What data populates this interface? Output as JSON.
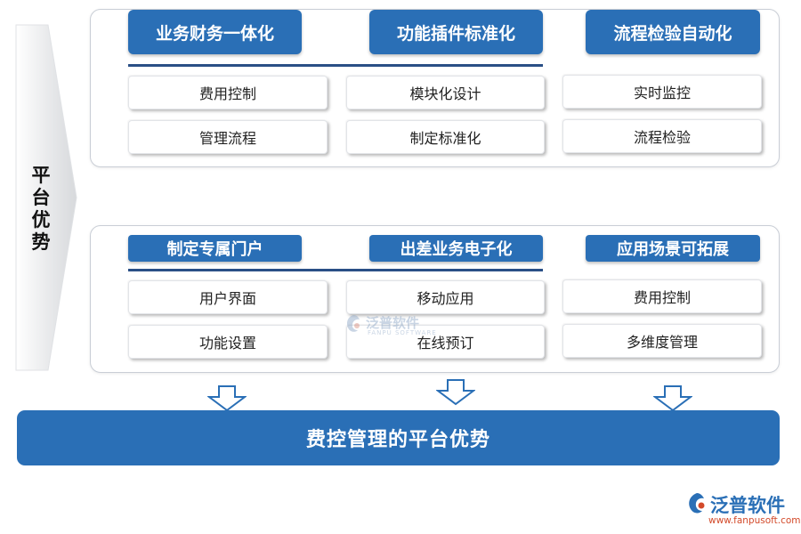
{
  "side": {
    "chars": [
      "平",
      "台",
      "优",
      "势"
    ]
  },
  "panel1": {
    "headers": [
      "业务财务一体化",
      "功能插件标准化",
      "流程检验自动化"
    ],
    "col1": [
      "费用控制",
      "管理流程"
    ],
    "col2": [
      "模块化设计",
      "制定标准化"
    ],
    "col3": [
      "实时监控",
      "流程检验"
    ]
  },
  "panel2": {
    "headers": [
      "制定专属门户",
      "出差业务电子化",
      "应用场景可拓展"
    ],
    "col1": [
      "用户界面",
      "功能设置"
    ],
    "col2": [
      "移动应用",
      "在线预订"
    ],
    "col3": [
      "费用控制",
      "多维度管理"
    ]
  },
  "banner": {
    "text": "费控管理的平台优势"
  },
  "watermark": {
    "name": "泛普软件",
    "sub": "FANPU SOFTWARE"
  },
  "logo": {
    "name": "泛普软件",
    "url": "www.fanpusoft.com"
  },
  "colors": {
    "accent": "#2a6fb6",
    "rule": "#2a4f86",
    "logo_url": "#d34a2a"
  },
  "icons": [
    "side-chevron-arrow-icon",
    "down-arrow-icon",
    "fanpu-logo-icon"
  ]
}
